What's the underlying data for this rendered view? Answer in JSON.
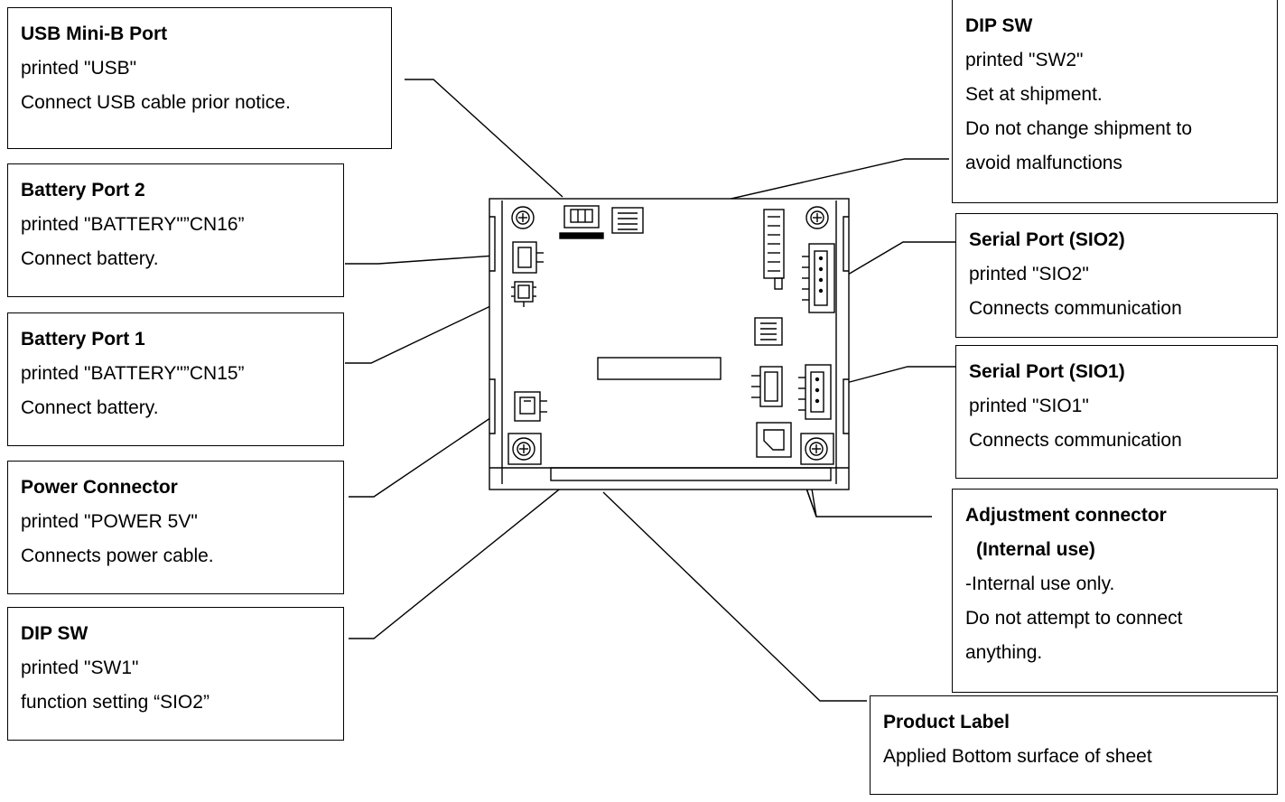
{
  "callouts": {
    "usb_port": {
      "title": "USB Mini-B Port",
      "lines": [
        "printed \"USB\"",
        "Connect USB cable prior notice."
      ]
    },
    "battery_port_2": {
      "title": "Battery Port 2",
      "lines": [
        "printed \"BATTERY\"”CN16”",
        "Connect battery."
      ]
    },
    "battery_port_1": {
      "title": "Battery Port 1",
      "lines": [
        "printed \"BATTERY\"”CN15”",
        "Connect battery."
      ]
    },
    "power_connector": {
      "title": "Power Connector",
      "lines": [
        "printed \"POWER 5V\"",
        "Connects power cable."
      ]
    },
    "dip_sw1": {
      "title": "DIP SW",
      "lines": [
        "printed \"SW1\"",
        "function setting “SIO2”"
      ]
    },
    "dip_sw2": {
      "title": "DIP SW",
      "lines": [
        "printed \"SW2\"",
        "Set at shipment.",
        "Do not change shipment to",
        "avoid malfunctions"
      ]
    },
    "serial_sio2": {
      "title": "Serial Port (SIO2)",
      "lines": [
        "printed \"SIO2\"",
        "Connects communication"
      ]
    },
    "serial_sio1": {
      "title": "Serial Port (SIO1)",
      "lines": [
        "printed \"SIO1\"",
        "Connects communication"
      ]
    },
    "adjustment_connector": {
      "title": "Adjustment connector",
      "subtitle": "(Internal use)",
      "lines": [
        "-Internal use only.",
        "Do not attempt to connect",
        "anything."
      ]
    },
    "product_label": {
      "title": "Product Label",
      "lines": [
        "Applied Bottom surface of sheet"
      ]
    }
  }
}
